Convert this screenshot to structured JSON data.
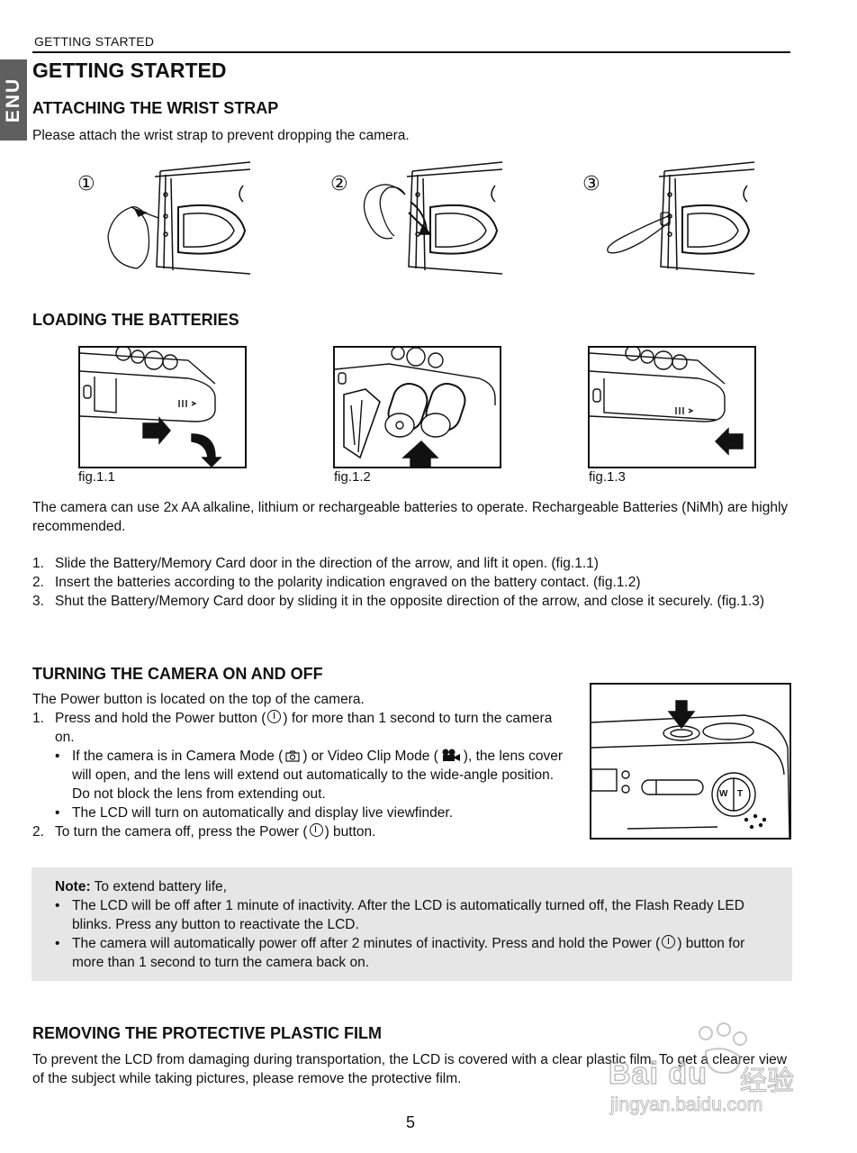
{
  "running_header": "GETTING STARTED",
  "lang_tab": "ENU",
  "page_title": "GETTING STARTED",
  "wrist_strap": {
    "heading": "ATTACHING THE WRIST STRAP",
    "intro": "Please attach the wrist strap to prevent dropping the camera.",
    "steps": [
      "①",
      "②",
      "③"
    ]
  },
  "batteries": {
    "heading": "LOADING THE BATTERIES",
    "figures": [
      "fig.1.1",
      "fig.1.2",
      "fig.1.3"
    ],
    "intro": "The camera can use 2x AA alkaline, lithium or rechargeable batteries to operate. Rechargeable Batteries (NiMh) are highly recommended.",
    "steps": [
      {
        "num": "1.",
        "text": "Slide the Battery/Memory Card door in the direction of the arrow, and lift it open. (fig.1.1)"
      },
      {
        "num": "2.",
        "text": "Insert the batteries according to the polarity indication engraved on the battery contact. (fig.1.2)"
      },
      {
        "num": "3.",
        "text": "Shut the Battery/Memory Card door by sliding it in the opposite direction of the arrow, and close it securely. (fig.1.3)"
      }
    ]
  },
  "power": {
    "heading": "TURNING THE CAMERA ON AND OFF",
    "intro": "The Power button is located on the top of the camera.",
    "step1_num": "1.",
    "step1_a": "Press and hold the Power button (",
    "step1_b": ")  for more than 1 second to turn the camera on.",
    "bullet1_a": "If the camera is in Camera Mode (",
    "bullet1_b": ") or Video Clip Mode (",
    "bullet1_c": "), the lens cover will open, and the lens will extend out automatically to the wide-angle position. Do not block the lens from extending out.",
    "bullet2": "The LCD will turn on automatically and display live viewfinder.",
    "step2_num": "2.",
    "step2_a": "To turn the camera off, press the Power (",
    "step2_b": ") button.",
    "zoom_labels": [
      "W",
      "T"
    ]
  },
  "note": {
    "label": "Note:",
    "intro": "To extend battery life,",
    "bullet1": "The LCD will be off after 1 minute of inactivity. After the LCD is automatically turned off, the Flash Ready LED blinks. Press any button to reactivate the LCD.",
    "bullet2_a": "The camera will automatically power off after 2 minutes of inactivity. Press and hold the Power (",
    "bullet2_b": ") button for more than 1 second to turn the camera back on."
  },
  "film": {
    "heading": "REMOVING THE PROTECTIVE PLASTIC FILM",
    "text": "To prevent the LCD from damaging during transportation, the LCD is covered with a clear plastic film. To get a clearer view of the subject while taking pictures, please remove the protective film."
  },
  "page_number": "5",
  "watermark": {
    "brand": "Bai du",
    "cn": "经验",
    "url": "jingyan.baidu.com"
  }
}
